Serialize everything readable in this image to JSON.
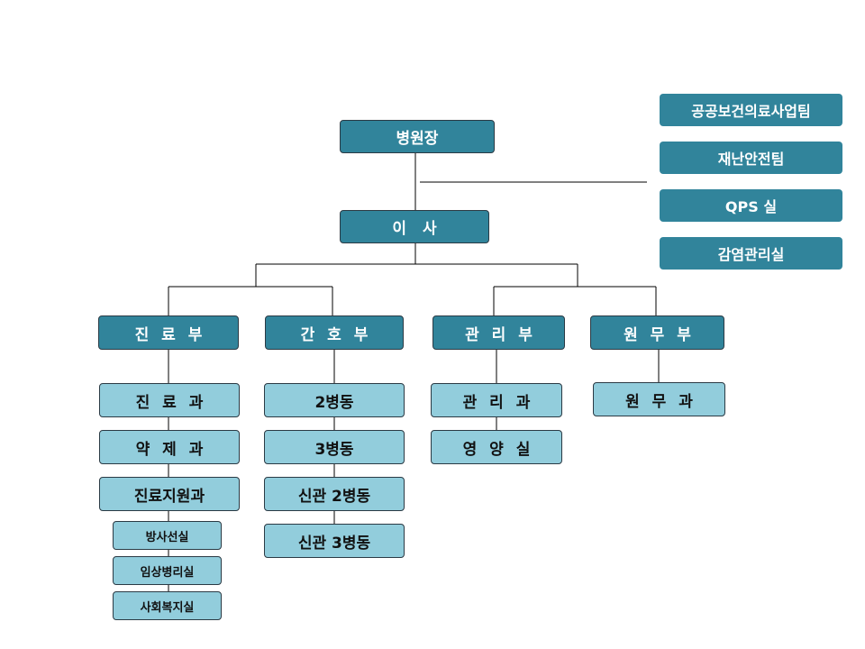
{
  "top": {
    "director": "병원장",
    "board": "이 사"
  },
  "side_units": [
    "공공보건의료사업팀",
    "재난안전팀",
    "QPS 실",
    "감염관리실"
  ],
  "departments": {
    "medical": {
      "label": "진 료 부",
      "sections": [
        "진 료 과",
        "약 제 과",
        "진료지원과"
      ],
      "subsections": [
        "방사선실",
        "임상병리실",
        "사회복지실"
      ]
    },
    "nursing": {
      "label": "간 호 부",
      "sections": [
        "2병동",
        "3병동",
        "신관 2병동",
        "신관 3병동"
      ]
    },
    "admin": {
      "label": "관 리 부",
      "sections": [
        "관 리 과",
        "영 양 실"
      ]
    },
    "general": {
      "label": "원 무 부",
      "sections": [
        "원 무 과"
      ]
    }
  },
  "colors": {
    "dark_box": "#31849b",
    "light_box": "#92cddc",
    "line": "#000000"
  }
}
